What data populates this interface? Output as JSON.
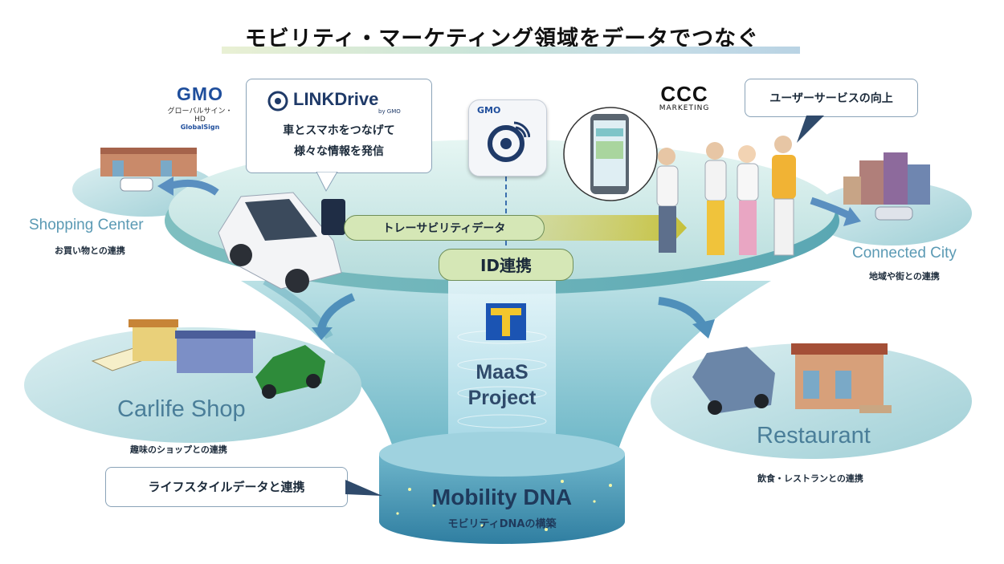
{
  "title": "モビリティ・マーケティング領域をデータでつなぐ",
  "logos": {
    "gmo_globalsign": {
      "brand": "GMO",
      "line1": "グローバルサイン・HD",
      "line2": "GlobalSign"
    },
    "linkdrive": {
      "name": "LINKDrive",
      "by": "by GMO"
    },
    "app_icon": {
      "label": "GMO"
    },
    "ccc": {
      "brand": "CCC",
      "sub": "MARKETING"
    },
    "tpoint": {
      "letter": "T"
    }
  },
  "callouts": {
    "linkdrive_line1": "車とスマホをつなげて",
    "linkdrive_line2": "様々な情報を発信",
    "user_service": "ユーザーサービスの向上",
    "lifestyle": "ライフスタイルデータと連携"
  },
  "flow": {
    "traceability": "トレーサビリティデータ",
    "id_link": "ID連携"
  },
  "places": {
    "shopping_en": "Shopping Center",
    "shopping_jp": "お買い物との連携",
    "connected_en": "Connected City",
    "connected_jp": "地域や街との連携",
    "carlife_en": "Carlife Shop",
    "carlife_jp": "趣味のショップとの連携",
    "restaurant_en": "Restaurant",
    "restaurant_jp": "飲食・レストランとの連携"
  },
  "maas": {
    "line1": "MaaS",
    "line2": "Project"
  },
  "dna": {
    "title": "Mobility DNA",
    "subtitle": "モビリティDNAの構築"
  },
  "colors": {
    "disc": "#bfe3e6",
    "platform": "#d8f0ec",
    "flow_pill": "#cfe3a8",
    "traceability_arrow": "#c9c84a",
    "navy": "#2f4a6b",
    "place_text": "#5b9ab4"
  }
}
